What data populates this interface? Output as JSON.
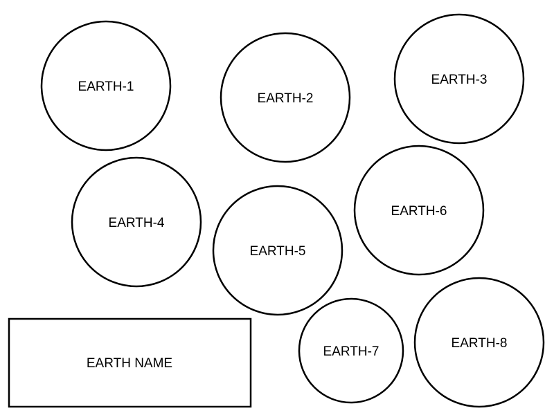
{
  "diagram": {
    "nodes": [
      {
        "id": "earth-1",
        "label": "EARTH-1",
        "shape": "circle"
      },
      {
        "id": "earth-2",
        "label": "EARTH-2",
        "shape": "circle"
      },
      {
        "id": "earth-3",
        "label": "EARTH-3",
        "shape": "circle"
      },
      {
        "id": "earth-4",
        "label": "EARTH-4",
        "shape": "circle"
      },
      {
        "id": "earth-5",
        "label": "EARTH-5",
        "shape": "circle"
      },
      {
        "id": "earth-6",
        "label": "EARTH-6",
        "shape": "circle"
      },
      {
        "id": "earth-7",
        "label": "EARTH-7",
        "shape": "circle"
      },
      {
        "id": "earth-8",
        "label": "EARTH-8",
        "shape": "circle"
      }
    ],
    "name_box": {
      "label": "EARTH NAME",
      "shape": "rectangle"
    },
    "colors": {
      "stroke": "#000000",
      "fill": "#ffffff",
      "text": "#000000"
    }
  }
}
